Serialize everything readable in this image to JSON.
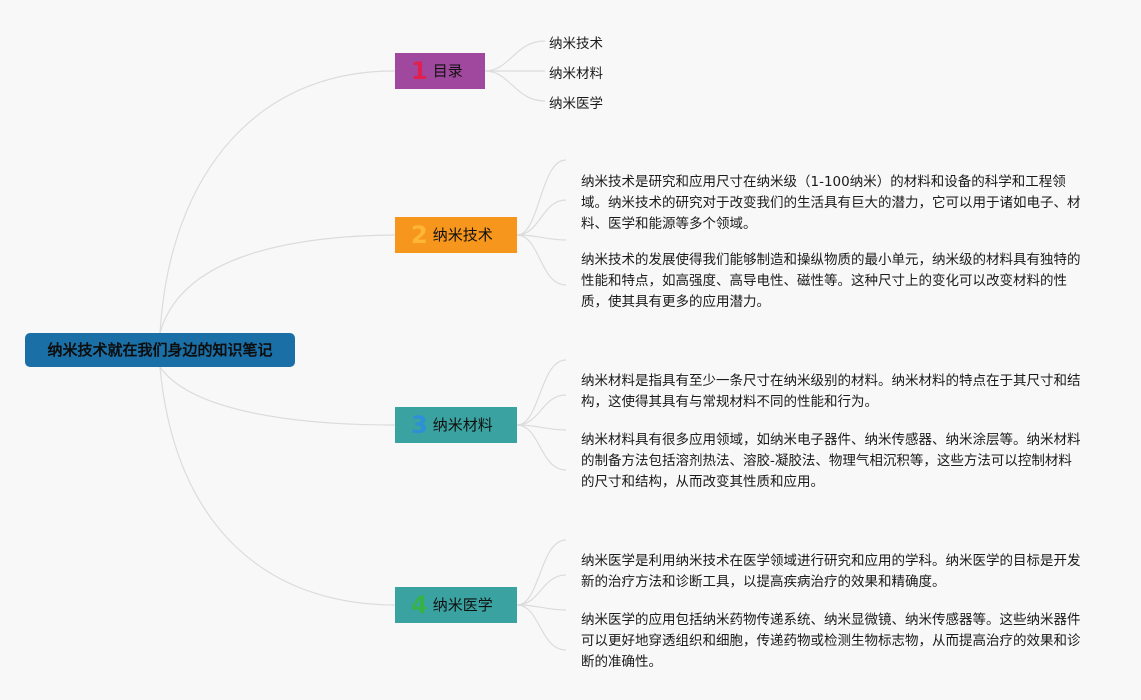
{
  "root": {
    "title": "纳米技术就在我们身边的知识笔记"
  },
  "topics": [
    {
      "num": "1",
      "label": "目录"
    },
    {
      "num": "2",
      "label": "纳米技术"
    },
    {
      "num": "3",
      "label": "纳米材料"
    },
    {
      "num": "4",
      "label": "纳米医学"
    }
  ],
  "toc": [
    "纳米技术",
    "纳米材料",
    "纳米医学"
  ],
  "sections": {
    "nanotech": [
      "纳米技术是研究和应用尺寸在纳米级（1-100纳米）的材料和设备的科学和工程领域。纳米技术的研究对于改变我们的生活具有巨大的潜力，它可以用于诸如电子、材料、医学和能源等多个领域。",
      "纳米技术的发展使得我们能够制造和操纵物质的最小单元，纳米级的材料具有独特的性能和特点，如高强度、高导电性、磁性等。这种尺寸上的变化可以改变材料的性质，使其具有更多的应用潜力。"
    ],
    "nanomaterials": [
      "纳米材料是指具有至少一条尺寸在纳米级别的材料。纳米材料的特点在于其尺寸和结构，这使得其具有与常规材料不同的性能和行为。",
      "纳米材料具有很多应用领域，如纳米电子器件、纳米传感器、纳米涂层等。纳米材料的制备方法包括溶剂热法、溶胶-凝胶法、物理气相沉积等，这些方法可以控制材料的尺寸和结构，从而改变其性质和应用。"
    ],
    "nanomedicine": [
      "纳米医学是利用纳米技术在医学领域进行研究和应用的学科。纳米医学的目标是开发新的治疗方法和诊断工具，以提高疾病治疗的效果和精确度。",
      "纳米医学的应用包括纳米药物传递系统、纳米显微镜、纳米传感器等。这些纳米器件可以更好地穿透组织和细胞，传递药物或检测生物标志物，从而提高治疗的效果和诊断的准确性。"
    ]
  }
}
